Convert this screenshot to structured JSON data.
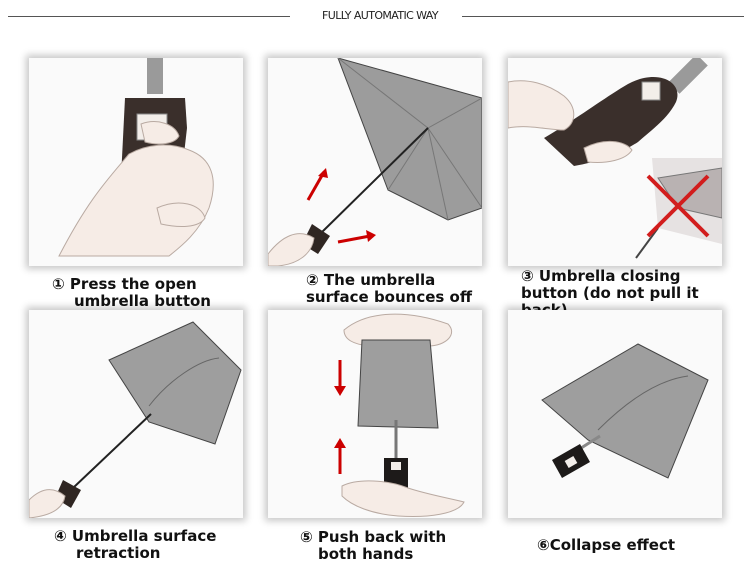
{
  "header": {
    "title": "FULLY AUTOMATIC WAY"
  },
  "steps": [
    {
      "line1": "① Press the open",
      "line2": "umbrella button"
    },
    {
      "line1": "② The umbrella",
      "line2": "surface bounces off"
    },
    {
      "line1": "③ Umbrella closing",
      "line2": "button (do not pull it back)"
    },
    {
      "line1": "④ Umbrella surface",
      "line2": "retraction"
    },
    {
      "line1": "⑤ Push back with",
      "line2": "both hands"
    },
    {
      "line1": "⑥Collapse effect",
      "line2": ""
    }
  ]
}
